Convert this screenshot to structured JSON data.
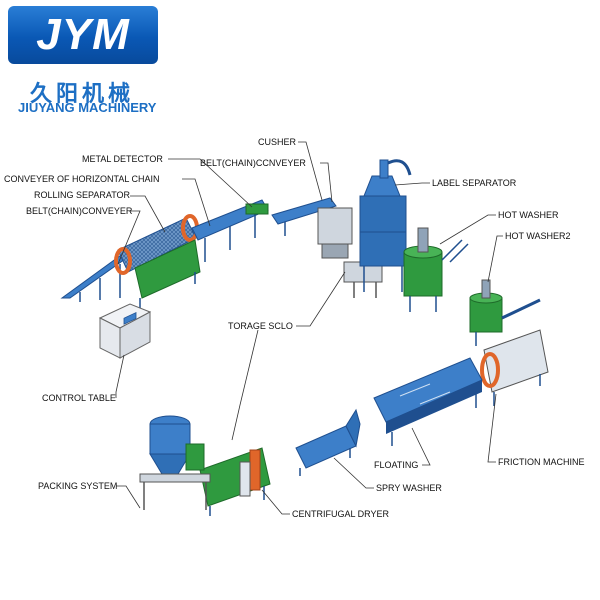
{
  "logo": {
    "text": "JYM",
    "chinese_name": "久阳机械",
    "english_name": "JIUYANG MACHINERY"
  },
  "labels": {
    "metal_detector": "METAL DETECTOR",
    "conveyer_horizontal_chain": "CONVEYER OF HORIZONTAL CHAIN",
    "rolling_separator": "ROLLING SEPARATOR",
    "belt_chain_conveyer": "BELT(CHAIN)CONVEYER",
    "cusher": "CUSHER",
    "belt_chain_ccnveyer": "BELT(CHAIN)CCNVEYER",
    "label_separator": "LABEL SEPARATOR",
    "hot_washer": "HOT WASHER",
    "hot_washer2": "HOT WASHER2",
    "torage_sclo": "TORAGE SCLO",
    "control_table": "CONTROL TABLE",
    "floating": "FLOATING",
    "friction_machine": "FRICTION MACHINE",
    "spry_washer": "SPRY WASHER",
    "packing_system": "PACKING SYSTEM",
    "centrifugal_dryer": "CENTRIFUGAL DRYER"
  },
  "colors": {
    "brand_blue": "#0a58b5",
    "machine_blue": "#3d7fc9",
    "machine_dark": "#1f4f8f",
    "machine_green": "#2f9a3f",
    "accent_orange": "#e0662a",
    "leader_line": "#333333"
  }
}
